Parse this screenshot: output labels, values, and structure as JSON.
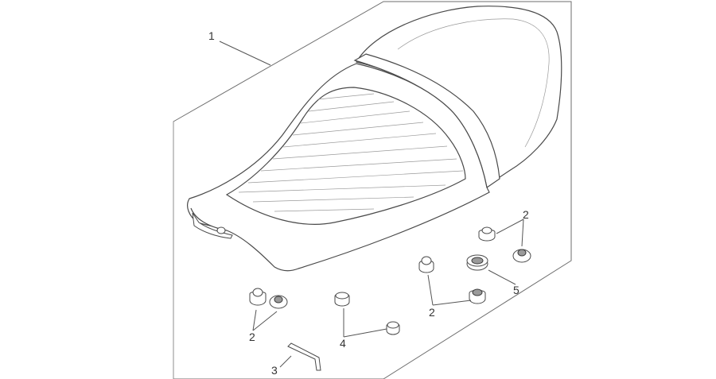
{
  "callouts": {
    "c1": "1",
    "c2a": "2",
    "c2b": "2",
    "c2c": "2",
    "c3": "3",
    "c4": "4",
    "c5": "5"
  },
  "colors": {
    "line": "#4a4a4a",
    "frame": "#6e6e6e",
    "background": "#ffffff"
  }
}
